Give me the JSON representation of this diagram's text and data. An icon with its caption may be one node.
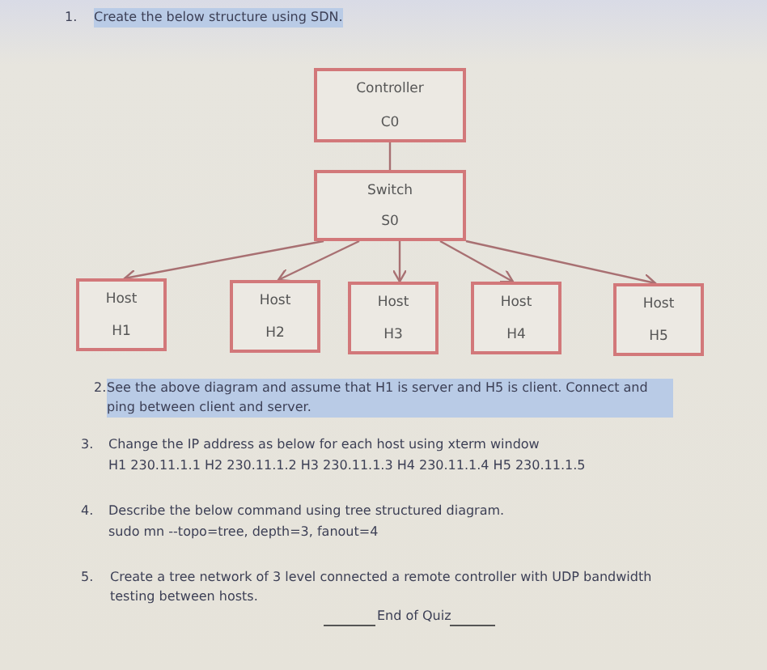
{
  "diagram": {
    "nodes": [
      {
        "text": [
          "Controller",
          "C0"
        ]
      },
      {
        "text": [
          "Switch",
          "S0"
        ]
      },
      {
        "text": [
          "Host",
          "H1"
        ]
      },
      {
        "text": [
          "Host",
          "H2"
        ]
      },
      {
        "text": [
          "Host",
          "H3"
        ]
      },
      {
        "text": [
          "Host",
          "H4"
        ]
      },
      {
        "text": [
          "Host",
          "H5"
        ]
      }
    ],
    "edges": [
      {
        "from": 0,
        "to": 1,
        "arrow": "none"
      },
      {
        "from": 1,
        "to": 2,
        "arrow": "to"
      },
      {
        "from": 1,
        "to": 3,
        "arrow": "to"
      },
      {
        "from": 1,
        "to": 4,
        "arrow": "to"
      },
      {
        "from": 1,
        "to": 5,
        "arrow": "to"
      },
      {
        "from": 1,
        "to": 6,
        "arrow": "to"
      }
    ],
    "labels": [
      "1.",
      "Create the below structure using SDN.",
      "2.",
      "See the above diagram and assume that H1 is server and H5 is client.  Connect and ping between client and server.",
      "3.",
      "Change the IP address as below for each host using xterm window",
      "H1 230.11.1.1  H2 230.11.1.2  H3 230.11.1.3  H4 230.11.1.4  H5 230.11.1.5",
      "4.",
      "Describe the below command using tree structured diagram.",
      "sudo mn --topo=tree, depth=3, fanout=4",
      "5.",
      "Create a tree network of 3 level connected a remote controller with UDP bandwidth testing between hosts.",
      "End of Quiz"
    ]
  }
}
